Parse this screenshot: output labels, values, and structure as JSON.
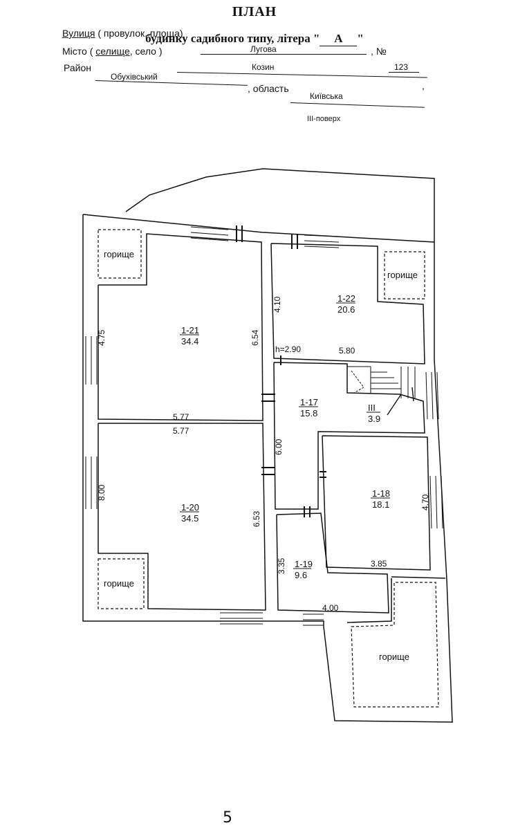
{
  "header": {
    "title": "ПЛАН",
    "subtitle_prefix": "будинку садибного типу, літера \"",
    "litera": "А",
    "subtitle_suffix": "\"",
    "street_word": "Вулиця",
    "street_rest": " ( провулок, площа)",
    "street_value": "Лугова",
    "number_label": ", №",
    "number_value": "123",
    "city_label_pre": "Місто ( ",
    "city_word": "селище",
    "city_label_post": ", село )",
    "city_value": "Козин",
    "district_label": "Район",
    "district_value": "Обухівський",
    "region_label": ", область",
    "region_value": "Київська",
    "floor": "ІІІ-поверх"
  },
  "rooms": [
    {
      "id": "1-21",
      "area": "34.4"
    },
    {
      "id": "1-22",
      "area": "20.6"
    },
    {
      "id": "1-17",
      "area": "15.8"
    },
    {
      "id": "ІІІ",
      "area": "3.9"
    },
    {
      "id": "1-20",
      "area": "34.5"
    },
    {
      "id": "1-18",
      "area": "18.1"
    },
    {
      "id": "1-19",
      "area": "9.6"
    }
  ],
  "attic_label": "горище",
  "dimensions": {
    "d475": "4.75",
    "d654": "6.54",
    "d577a": "5.77",
    "d577b": "5.77",
    "d800": "8.00",
    "d653": "6.53",
    "d410": "4.10",
    "h290": "h=2.90",
    "d580": "5.80",
    "d600": "6.00",
    "d470": "4.70",
    "d385": "3.85",
    "d335": "3.35",
    "d400": "4.00"
  },
  "page_number": "5"
}
